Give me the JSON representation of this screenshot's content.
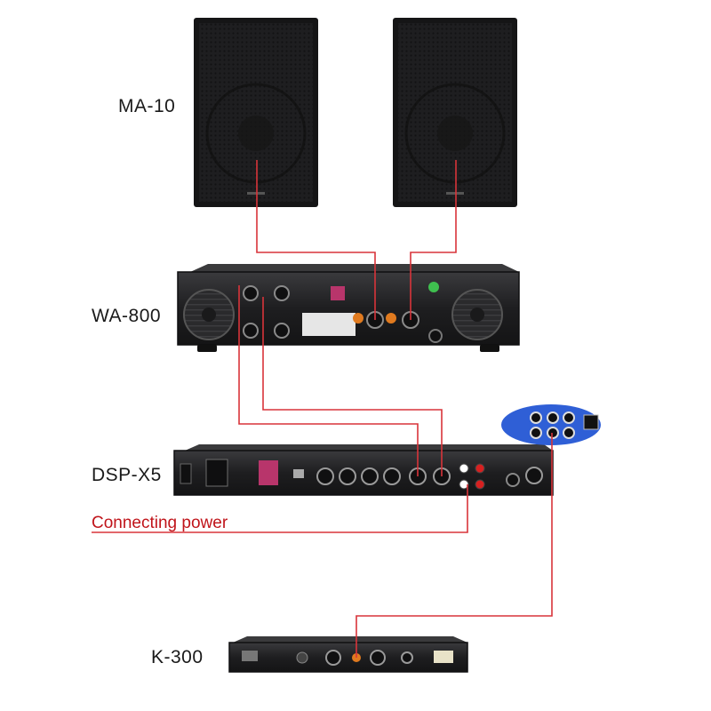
{
  "devices": {
    "speakers": {
      "label": "MA-10"
    },
    "amplifier": {
      "label": "WA-800"
    },
    "processor": {
      "label": "DSP-X5"
    },
    "mixer": {
      "label": "K-300"
    }
  },
  "annotations": {
    "connecting_power": "Connecting power"
  },
  "colors": {
    "wire": "#d8343a",
    "device_body": "#1c1c1e",
    "rack_gray": "#2b2b2e",
    "callout_blue": "#2f5fd6"
  }
}
